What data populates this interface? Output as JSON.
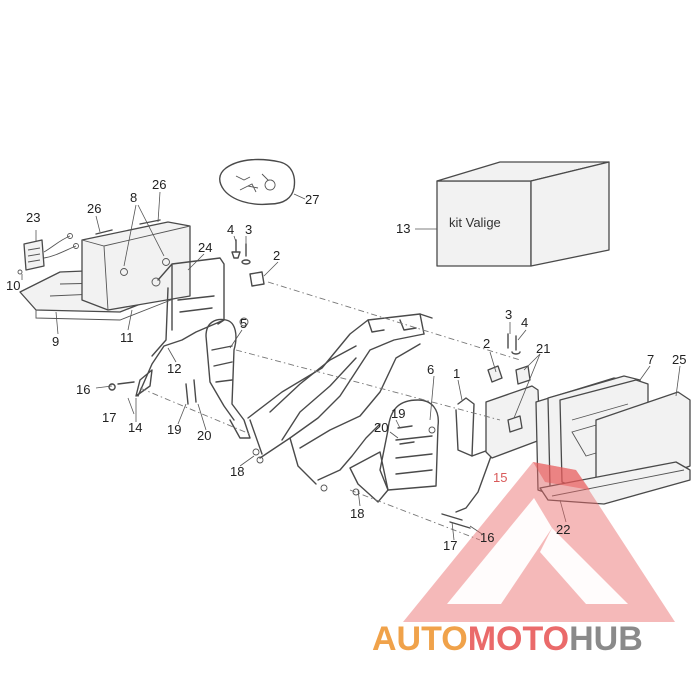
{
  "diagram": {
    "box_label": "kit Valige",
    "callouts": {
      "c1": "1",
      "c2a": "2",
      "c2b": "2",
      "c3a": "3",
      "c3b": "3",
      "c4a": "4",
      "c4b": "4",
      "c5": "5",
      "c6": "6",
      "c7": "7",
      "c8": "8",
      "c9": "9",
      "c10": "10",
      "c11": "11",
      "c12": "12",
      "c13": "13",
      "c14": "14",
      "c15": "15",
      "c16a": "16",
      "c16b": "16",
      "c17a": "17",
      "c17b": "17",
      "c18a": "18",
      "c18b": "18",
      "c19a": "19",
      "c19b": "19",
      "c20a": "20",
      "c20b": "20",
      "c21": "21",
      "c22": "22",
      "c23": "23",
      "c24": "24",
      "c25": "25",
      "c26a": "26",
      "c26b": "26",
      "c27": "27"
    }
  },
  "watermark": {
    "part1": "AUTO",
    "part2": "MOTO",
    "part3": "HUB",
    "colors": {
      "orange": "#f0a24a",
      "red": "#ea6a6a",
      "gray": "#8a8a8a"
    }
  }
}
